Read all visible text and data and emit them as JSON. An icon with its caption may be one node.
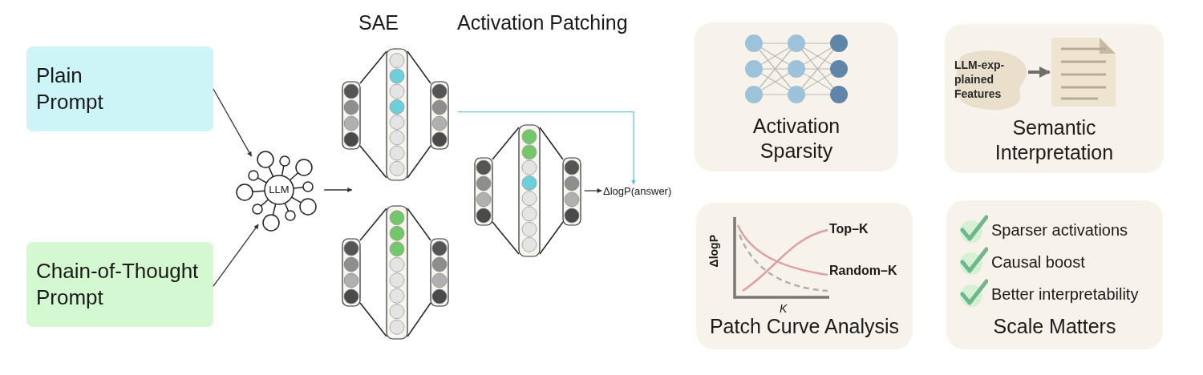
{
  "diagram": {
    "nodes": [
      {
        "text": [
          "Plain Prompt"
        ]
      },
      {
        "text": [
          "Chain-of-Thought Prompt"
        ]
      },
      {
        "text": [
          "LLM"
        ]
      },
      {
        "text": [],
        "shape": "network"
      },
      {
        "text": [],
        "shape": "network"
      },
      {
        "text": [],
        "shape": "network"
      },
      {
        "text": [
          "ΔlogP(answer)"
        ]
      },
      {
        "text": [
          "Activation Sparsity"
        ]
      },
      {
        "text": [
          "Semantic Interpretation"
        ]
      },
      {
        "text": [
          "LLM-exp- plained Features"
        ],
        "in": 8
      },
      {
        "text": [],
        "shape": "document",
        "in": 8
      },
      {
        "text": [
          "Patch Curve Analysis"
        ]
      },
      {
        "text": [
          "Sparser activations",
          "Causal boost",
          "Better interpretability",
          "Scale Matters"
        ]
      }
    ],
    "edges": [
      {
        "from": 0,
        "to": 2,
        "arrow": "to"
      },
      {
        "from": 1,
        "to": 2,
        "arrow": "to"
      },
      {
        "from": 2,
        "to": 3,
        "arrow": "to"
      },
      {
        "from": 3,
        "to": 6,
        "arrow": "to",
        "color": "#6cc8d8"
      },
      {
        "from": 5,
        "to": 6,
        "arrow": "to"
      },
      {
        "from": 9,
        "to": 10,
        "arrow": "to",
        "style": "thick",
        "color": "#6e6e6e"
      }
    ],
    "labels": [
      "SAE",
      "Activation Patching",
      "ΔlogP",
      "K",
      "Top–K",
      "Random–K"
    ]
  }
}
